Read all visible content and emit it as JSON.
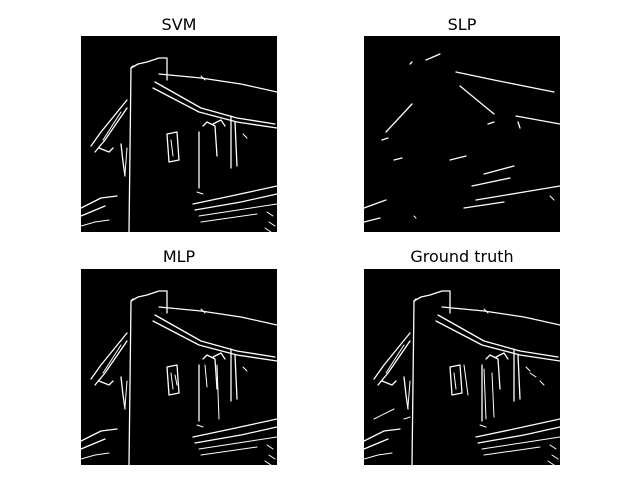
{
  "figure": {
    "background": "#ffffff",
    "image_background": "#000000",
    "edge_color": "#ffffff"
  },
  "panels": [
    {
      "id": "svm",
      "title": "SVM"
    },
    {
      "id": "slp",
      "title": "SLP"
    },
    {
      "id": "mlp",
      "title": "MLP"
    },
    {
      "id": "gt",
      "title": "Ground truth"
    }
  ]
}
